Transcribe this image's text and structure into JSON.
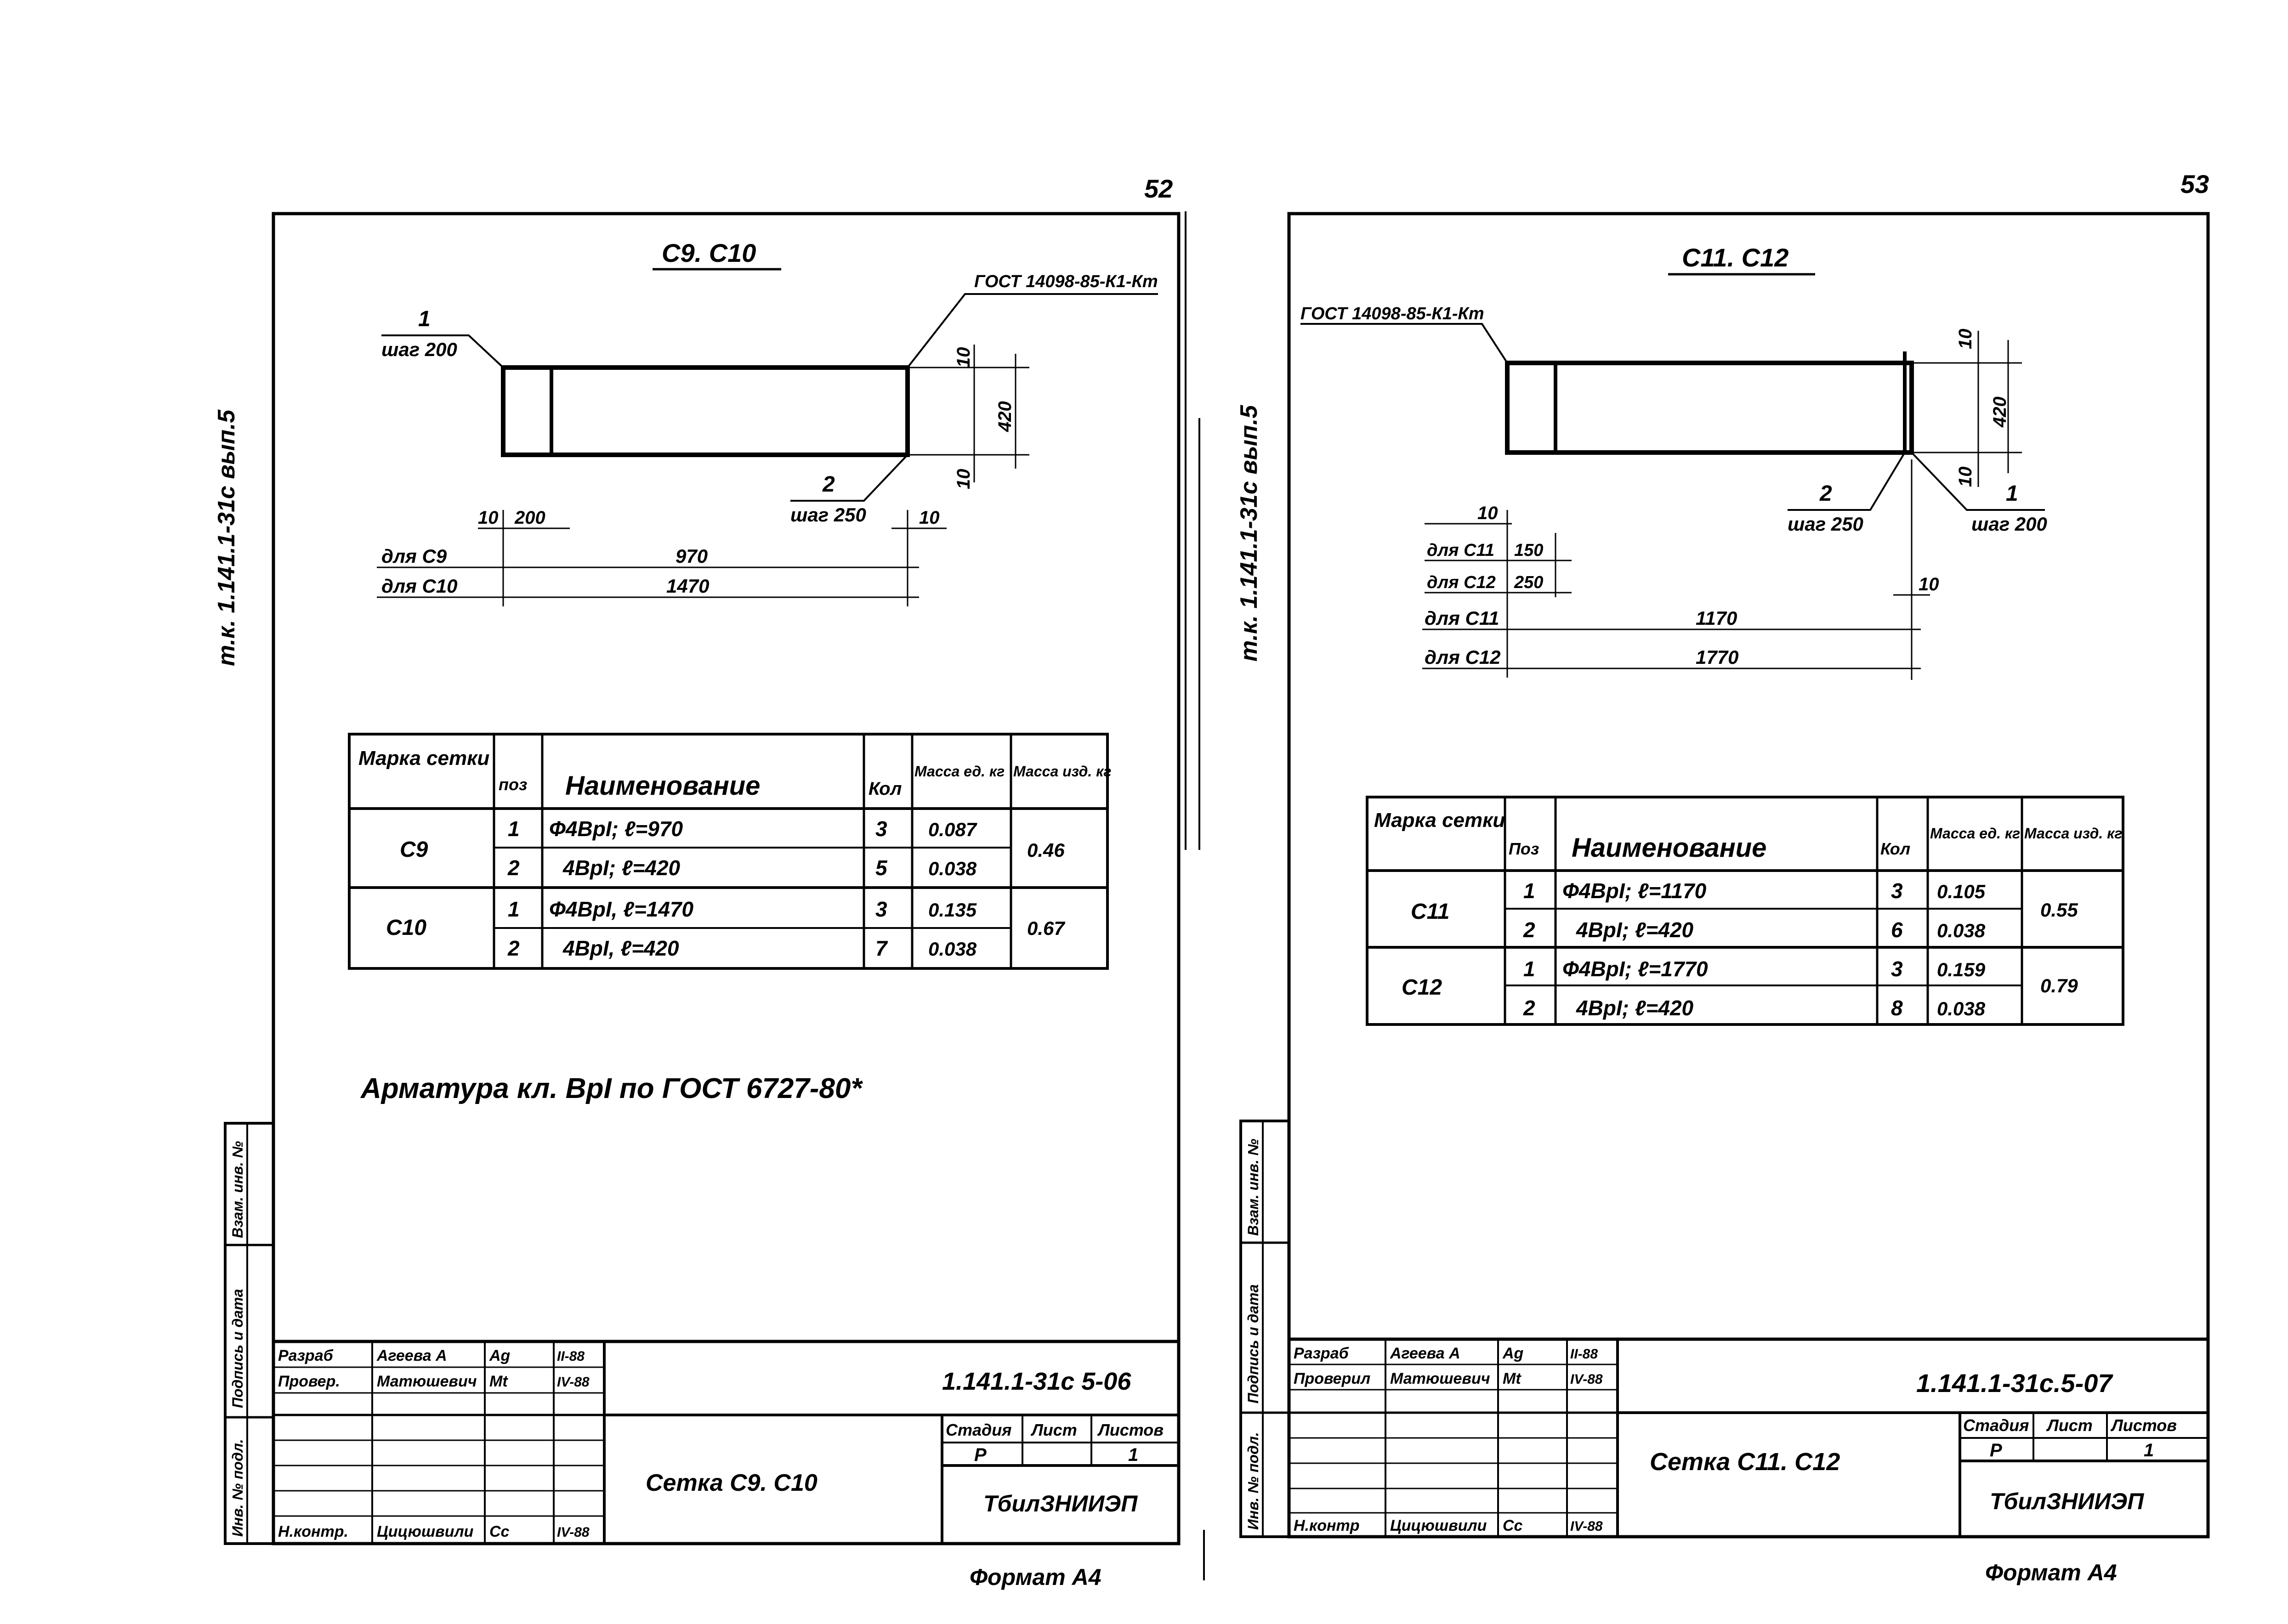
{
  "sheets": [
    {
      "page_number": "52",
      "side_stamp": "т.к. 1.141.1-31с  вып.5",
      "drawing_title": "С9. С10",
      "gost_label": "ГОСТ 14098-85-К1-Кт",
      "callout_1": {
        "pos": "1",
        "step": "шаг 200"
      },
      "callout_2": {
        "pos": "2",
        "step": "шаг 250"
      },
      "dims": {
        "top": "10",
        "height": "420",
        "bottom": "10",
        "left_a": "10",
        "left_b": "200",
        "right": "10"
      },
      "length_rows": [
        {
          "label": "для С9",
          "value": "970"
        },
        {
          "label": "для С10",
          "value": "1470"
        }
      ],
      "table": {
        "headers": [
          "Марка сетки",
          "поз",
          "Наименование",
          "Кол",
          "Масса ед. кг",
          "Масса изд. кг"
        ],
        "groups": [
          {
            "mark": "С9",
            "total": "0.46",
            "rows": [
              {
                "pos": "1",
                "name": "Ф4ВрI; ℓ=970",
                "qty": "3",
                "mass": "0.087"
              },
              {
                "pos": "2",
                "name": "4ВрI; ℓ=420",
                "qty": "5",
                "mass": "0.038"
              }
            ]
          },
          {
            "mark": "С10",
            "total": "0.67",
            "rows": [
              {
                "pos": "1",
                "name": "Ф4ВрI, ℓ=1470",
                "qty": "3",
                "mass": "0.135"
              },
              {
                "pos": "2",
                "name": "4ВрI, ℓ=420",
                "qty": "7",
                "mass": "0.038"
              }
            ]
          }
        ]
      },
      "note": "Арматура  кл. ВрI  по  ГОСТ 6727-80*",
      "side_labels": [
        "Инв. № подл.",
        "Подпись и дата",
        "Взам. инв. №"
      ],
      "title_block": {
        "designation": "1.141.1-31с 5-06",
        "rows": [
          {
            "role": "Разраб",
            "name": "Агеева А",
            "sign": "Ag",
            "date": "II-88"
          },
          {
            "role": "Провер.",
            "name": "Матюшевич",
            "sign": "Mt",
            "date": "IV-88"
          },
          {
            "role": "",
            "name": "",
            "sign": "",
            "date": ""
          },
          {
            "role": "",
            "name": "",
            "sign": "",
            "date": ""
          },
          {
            "role": "",
            "name": "",
            "sign": "",
            "date": ""
          },
          {
            "role": "",
            "name": "",
            "sign": "",
            "date": ""
          },
          {
            "role": "Н.контр.",
            "name": "Цицюшвили",
            "sign": "Cc",
            "date": "IV-88"
          }
        ],
        "name": "Сетка С9. С10",
        "stage_header": "Стадия",
        "sheet_header": "Лист",
        "sheets_header": "Листов",
        "stage": "Р",
        "sheet": "",
        "sheets": "1",
        "org": "ТбилЗНИИЭП"
      },
      "format": "Формат А4"
    },
    {
      "page_number": "53",
      "side_stamp": "т.к. 1.141.1-31с  вып.5",
      "drawing_title": "С11. С12",
      "gost_label": "ГОСТ 14098-85-К1-Кт",
      "callout_1": {
        "pos": "1",
        "step": "шаг 200"
      },
      "callout_2": {
        "pos": "2",
        "step": "шаг 250"
      },
      "dims": {
        "top": "10",
        "height": "420",
        "bottom": "10",
        "left_a": "10",
        "right": "10"
      },
      "step_rows": [
        {
          "label": "для С11",
          "value": "150"
        },
        {
          "label": "для С12",
          "value": "250"
        }
      ],
      "length_rows": [
        {
          "label": "для С11",
          "value": "1170"
        },
        {
          "label": "для С12",
          "value": "1770"
        }
      ],
      "table": {
        "headers": [
          "Марка сетки",
          "Поз",
          "Наименование",
          "Кол",
          "Масса ед. кг",
          "Масса изд. кг"
        ],
        "groups": [
          {
            "mark": "С11",
            "total": "0.55",
            "rows": [
              {
                "pos": "1",
                "name": "Ф4ВрI; ℓ=1170",
                "qty": "3",
                "mass": "0.105"
              },
              {
                "pos": "2",
                "name": "4ВрI; ℓ=420",
                "qty": "6",
                "mass": "0.038"
              }
            ]
          },
          {
            "mark": "С12",
            "total": "0.79",
            "rows": [
              {
                "pos": "1",
                "name": "Ф4ВрI; ℓ=1770",
                "qty": "3",
                "mass": "0.159"
              },
              {
                "pos": "2",
                "name": "4ВрI; ℓ=420",
                "qty": "8",
                "mass": "0.038"
              }
            ]
          }
        ]
      },
      "side_labels": [
        "Инв. № подл.",
        "Подпись и дата",
        "Взам. инв. №"
      ],
      "title_block": {
        "designation": "1.141.1-31с.5-07",
        "rows": [
          {
            "role": "Разраб",
            "name": "Агеева А",
            "sign": "Ag",
            "date": "II-88"
          },
          {
            "role": "Проверил",
            "name": "Матюшевич",
            "sign": "Mt",
            "date": "IV-88"
          },
          {
            "role": "",
            "name": "",
            "sign": "",
            "date": ""
          },
          {
            "role": "",
            "name": "",
            "sign": "",
            "date": ""
          },
          {
            "role": "",
            "name": "",
            "sign": "",
            "date": ""
          },
          {
            "role": "",
            "name": "",
            "sign": "",
            "date": ""
          },
          {
            "role": "Н.контр",
            "name": "Цицюшвили",
            "sign": "Cc",
            "date": "IV-88"
          }
        ],
        "name": "Сетка С11. С12",
        "stage_header": "Стадия",
        "sheet_header": "Лист",
        "sheets_header": "Листов",
        "stage": "Р",
        "sheet": "",
        "sheets": "1",
        "org": "ТбилЗНИИЭП"
      },
      "format": "Формат А4"
    }
  ]
}
